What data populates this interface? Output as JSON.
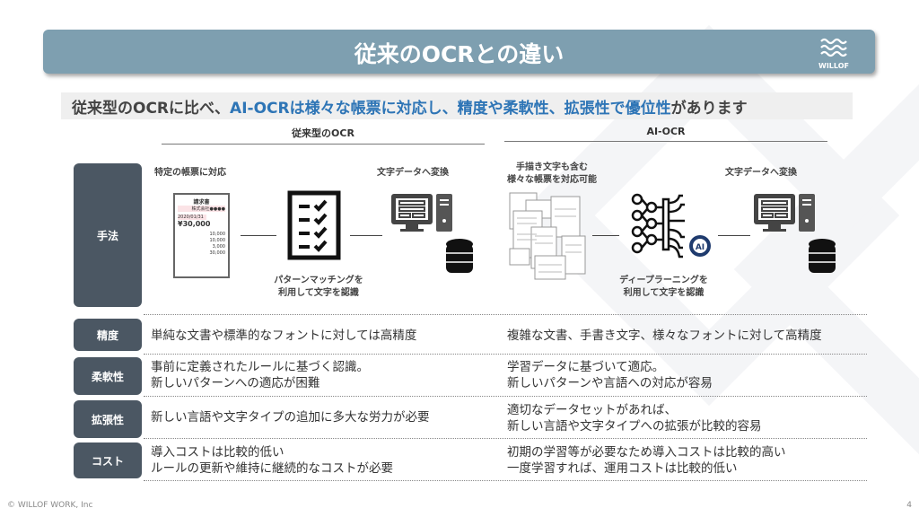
{
  "header": {
    "title": "従来のOCRとの違い",
    "logo_text": "WILLOF"
  },
  "subtitle": {
    "part1": "従来型のOCRに比べ、",
    "part2": "AI-OCRは様々な帳票に対応し、精度や柔軟性、拡張性で優位性",
    "part3": "があります"
  },
  "columns": {
    "traditional": "従来型のOCR",
    "ai": "AI-OCR"
  },
  "method": {
    "label": "手法",
    "traditional": {
      "input_caption": "特定の帳票に対応",
      "process_caption_1": "パターンマッチングを",
      "process_caption_2": "利用して文字を認識",
      "output_caption": "文字データへ変換",
      "invoice": {
        "title": "請求書",
        "company": "株式会社●●●●",
        "date": "2020/01/31",
        "amount": "¥30,000",
        "rows": [
          "10,000",
          "10,000",
          "3,000",
          "30,000"
        ]
      }
    },
    "ai": {
      "input_caption_1": "手描き文字も含む",
      "input_caption_2": "様々な帳票を対応可能",
      "process_caption_1": "ディープラーニングを",
      "process_caption_2": "利用して文字を認識",
      "output_caption": "文字データへ変換",
      "ai_badge": "AI"
    }
  },
  "rows": [
    {
      "label": "精度",
      "traditional": [
        "単純な文書や標準的なフォントに対しては高精度"
      ],
      "ai": [
        "複雑な文書、手書き文字、様々なフォントに対して高精度"
      ]
    },
    {
      "label": "柔軟性",
      "traditional": [
        "事前に定義されたルールに基づく認識。",
        "新しいパターンへの適応が困難"
      ],
      "ai": [
        "学習データに基づいて適応。",
        "新しいパターンや言語への対応が容易"
      ]
    },
    {
      "label": "拡張性",
      "traditional": [
        "新しい言語や文字タイプの追加に多大な労力が必要"
      ],
      "ai": [
        "適切なデータセットがあれば、",
        "新しい言語や文字タイプへの拡張が比較的容易"
      ]
    },
    {
      "label": "コスト",
      "traditional": [
        "導入コストは比較的低い",
        "ルールの更新や維持に継続的なコストが必要"
      ],
      "ai": [
        "初期の学習等が必要なため導入コストは比較的高い",
        "一度学習すれば、運用コストは比較的低い"
      ]
    }
  ],
  "footer": {
    "copyright": "© WILLOF WORK, Inc",
    "page": "4"
  },
  "colors": {
    "header": "#7e9fb0",
    "label_bg": "#4b5763",
    "highlight": "#2e75b6"
  }
}
